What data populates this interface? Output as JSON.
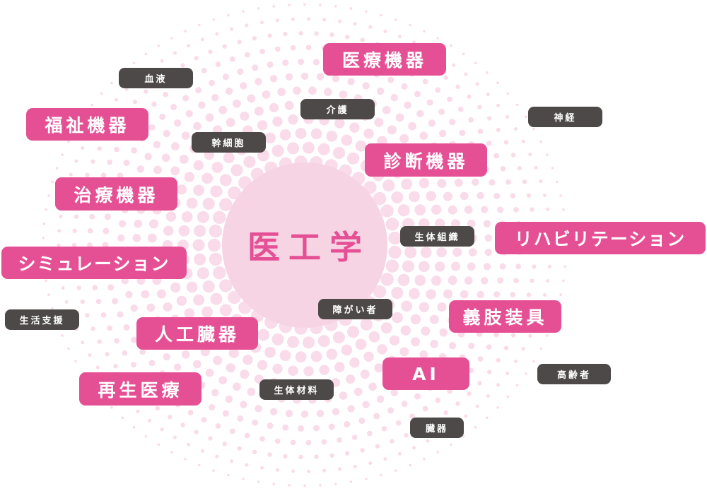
{
  "center": {
    "label": "医工学"
  },
  "colors": {
    "pink": "#e55095",
    "dark": "#4d4948",
    "circle": "#f7d4e4",
    "dots": "#f9dbe9"
  },
  "primary_tags": [
    "医療機器",
    "福祉機器",
    "診断機器",
    "治療機器",
    "リハビリテーション",
    "シミュレーション",
    "義肢装具",
    "人工臓器",
    "AI",
    "再生医療"
  ],
  "secondary_tags": [
    "血液",
    "介護",
    "神経",
    "幹細胞",
    "生体組織",
    "生活支援",
    "障がい者",
    "高齢者",
    "生体材料",
    "臓器"
  ]
}
